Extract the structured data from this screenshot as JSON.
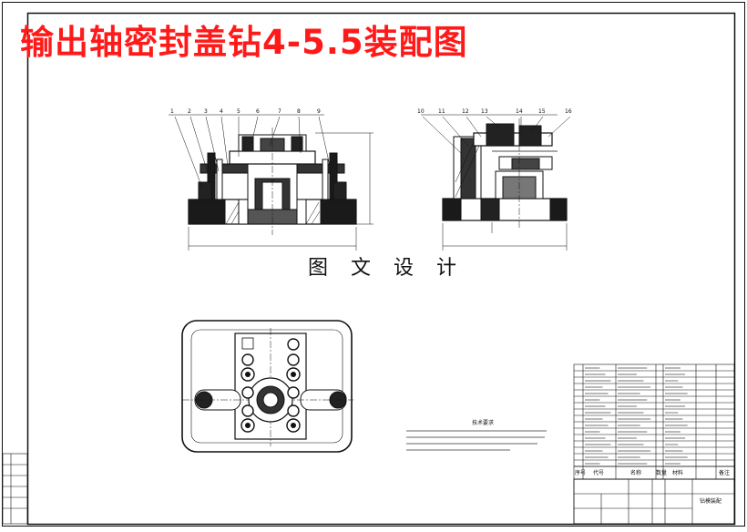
{
  "drawing": {
    "title": "输出轴密封盖钻4-5.5装配图",
    "watermark": "图 文 设 计",
    "balloons_front": [
      "1",
      "2",
      "3",
      "4",
      "5",
      "6",
      "7",
      "8",
      "9"
    ],
    "balloons_side": [
      "10",
      "11",
      "12",
      "13",
      "14",
      "15",
      "16"
    ],
    "tech_notes_heading": "技术要求",
    "bom_headers": {
      "seq": "序号",
      "code": "代号",
      "name": "名称",
      "qty": "数量",
      "material": "材料",
      "remark": "备注"
    },
    "title_block_name": "钻模装配"
  },
  "colors": {
    "title": "#ff1a1a",
    "line": "#111111",
    "paper": "#ffffff"
  }
}
